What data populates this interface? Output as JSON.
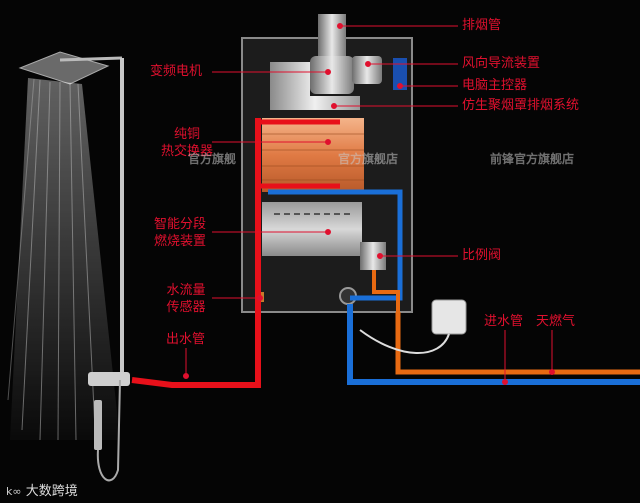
{
  "labels": {
    "flue_pipe": "排烟管",
    "wind_guide": "风向导流装置",
    "computer_controller": "电脑主控器",
    "bionic_hood": "仿生聚烟罩排烟系统",
    "variable_motor": "变频电机",
    "copper_exchanger_line1": "纯铜",
    "copper_exchanger_line2": "热交换器",
    "burner_line1": "智能分段",
    "burner_line2": "燃烧装置",
    "proportional_valve": "比例阀",
    "flow_sensor_line1": "水流量",
    "flow_sensor_line2": "传感器",
    "outlet_pipe": "出水管",
    "inlet_pipe": "进水管",
    "gas": "天燃气"
  },
  "watermarks": {
    "store_name": "前锋官方旗舰店",
    "store_name_partial": "官方旗舰店",
    "store_name_left": "官方旗舰",
    "store_name_leading": "前锋官方旗舰店"
  },
  "logo": {
    "text": "大数跨境"
  },
  "colors": {
    "label_red": "#e0102e",
    "hot_pipe": "#e8101a",
    "cold_pipe": "#1a6fd8",
    "gas_pipe": "#e86a12",
    "heater_body": "#1c1c1c"
  }
}
